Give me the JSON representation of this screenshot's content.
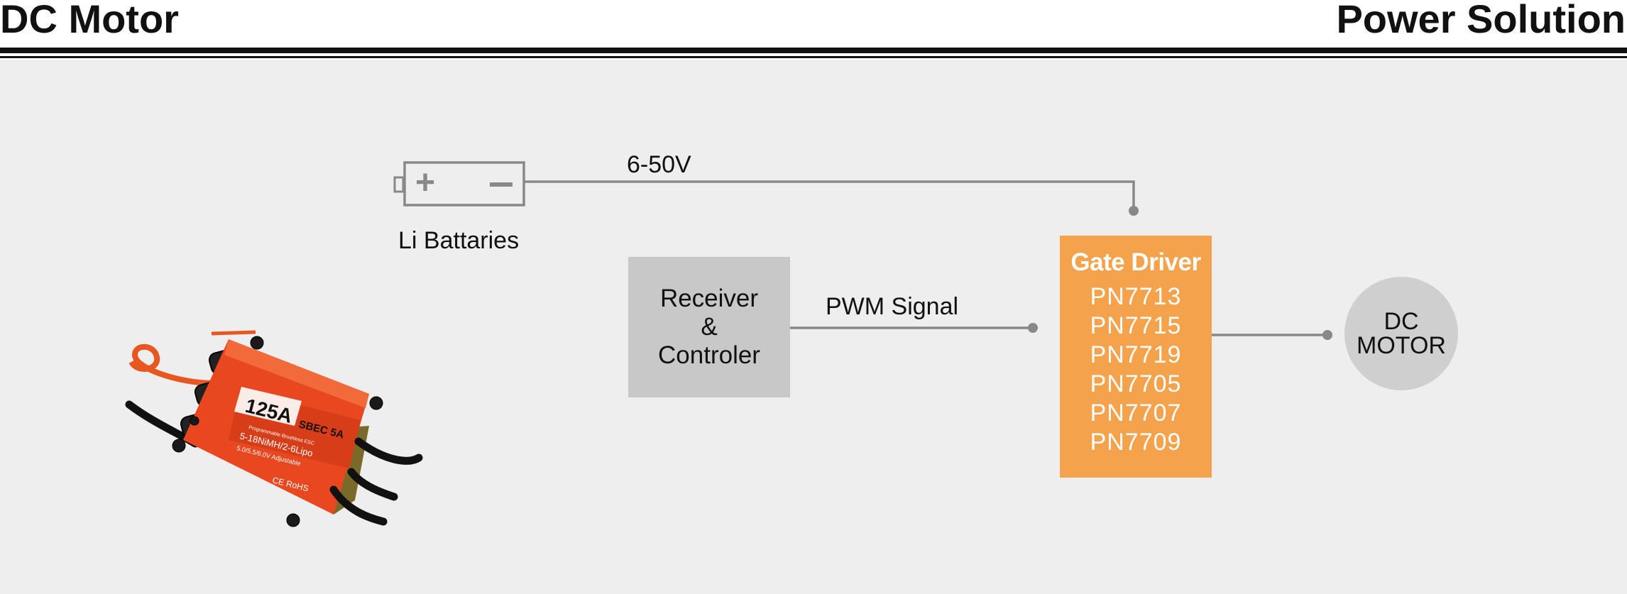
{
  "header": {
    "left_title": "DC Motor",
    "right_title": "Power Solution"
  },
  "battery": {
    "label": "Li Battaries",
    "plus_symbol": "+",
    "minus_symbol": "−"
  },
  "supply_line": {
    "voltage_label": "6-50V"
  },
  "receiver": {
    "lines": [
      "Receiver",
      "&",
      "Controler"
    ]
  },
  "signal_line": {
    "label": "PWM Signal"
  },
  "gate_driver": {
    "title": "Gate Driver",
    "parts": [
      "PN7713",
      "PN7715",
      "PN7719",
      "PN7705",
      "PN7707",
      "PN7709"
    ]
  },
  "motor": {
    "lines": [
      "DC",
      "MOTOR"
    ]
  },
  "esc_image": {
    "current_rating": "125A",
    "bec_rating": "SBEC 5A",
    "tagline": "Programmable Brushless ESC",
    "battery_spec": "5-18NiMH/2-6Lipo",
    "voltage_spec": "5.0/5.5/6.0V Adjustable",
    "cert_marks": "CE RoHS"
  },
  "colors": {
    "panel_background": "#eeeeee",
    "gate_driver_fill": "#f4a24c",
    "receiver_fill": "#c8c8c8",
    "motor_fill": "#cfcfcf",
    "wire": "#888888",
    "esc_body": "#e8471f"
  }
}
